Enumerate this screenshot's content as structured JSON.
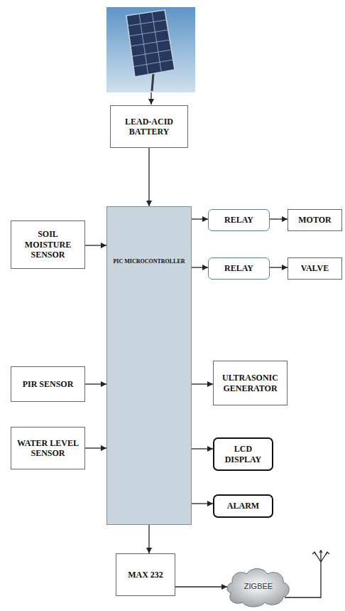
{
  "diagram": {
    "nodes": [
      {
        "text": [
          "LEAD-ACID BATTERY"
        ]
      },
      {
        "text": [
          "SOIL MOISTURE SENSOR"
        ]
      },
      {
        "text": [
          "PIC MICROCONTROLLER"
        ]
      },
      {
        "text": [
          "RELAY"
        ]
      },
      {
        "text": [
          "MOTOR"
        ]
      },
      {
        "text": [
          "RELAY"
        ]
      },
      {
        "text": [
          "VALVE"
        ]
      },
      {
        "text": [
          "PIR SENSOR"
        ]
      },
      {
        "text": [
          "ULTRASONIC GENERATOR"
        ]
      },
      {
        "text": [
          "WATER LEVEL SENSOR"
        ]
      },
      {
        "text": [
          "LCD DISPLAY"
        ]
      },
      {
        "text": [
          "ALARM"
        ]
      },
      {
        "text": [
          "MAX 232"
        ]
      },
      {
        "text": [
          "ZIGBEE"
        ]
      }
    ],
    "edges": [
      {
        "from": 0,
        "to": 2,
        "arrow": "to"
      },
      {
        "from": 1,
        "to": 2,
        "arrow": "to"
      },
      {
        "from": 2,
        "to": 3,
        "arrow": "to"
      },
      {
        "from": 3,
        "to": 4,
        "arrow": "to"
      },
      {
        "from": 2,
        "to": 5,
        "arrow": "to"
      },
      {
        "from": 5,
        "to": 6,
        "arrow": "to"
      },
      {
        "from": 7,
        "to": 2,
        "arrow": "to"
      },
      {
        "from": 2,
        "to": 8,
        "arrow": "to"
      },
      {
        "from": 9,
        "to": 2,
        "arrow": "to"
      },
      {
        "from": 2,
        "to": 10,
        "arrow": "to"
      },
      {
        "from": 2,
        "to": 11,
        "arrow": "to"
      },
      {
        "from": 2,
        "to": 12,
        "arrow": "to"
      },
      {
        "from": 12,
        "to": 13,
        "arrow": "to"
      }
    ]
  }
}
